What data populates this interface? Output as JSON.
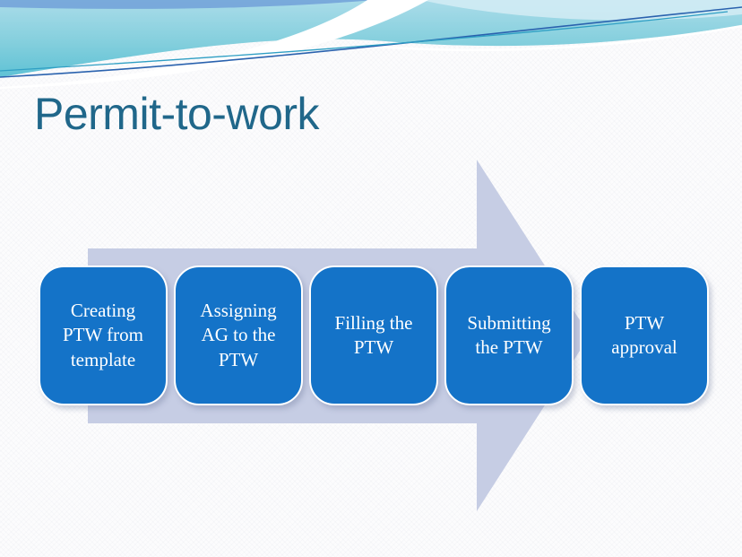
{
  "slide": {
    "title": "Permit-to-work",
    "diagram": {
      "type": "process-arrow",
      "direction": "left-to-right",
      "steps": [
        "Creating PTW from template",
        "Assigning AG to the PTW",
        "Filling the PTW",
        "Submitting the PTW",
        "PTW approval"
      ]
    },
    "colors": {
      "title_text": "#20678a",
      "step_fill": "#1473c8",
      "step_text": "#ffffff",
      "step_border": "#ffffff",
      "arrow_fill": "#c6cde4",
      "banner_teal_light": "#a9dbe8",
      "banner_teal_dark": "#5fc2d5",
      "banner_blue_strip": "#76a7da",
      "banner_line_dark": "#2a62ae",
      "banner_line_cyan": "#2f9fc4"
    }
  }
}
